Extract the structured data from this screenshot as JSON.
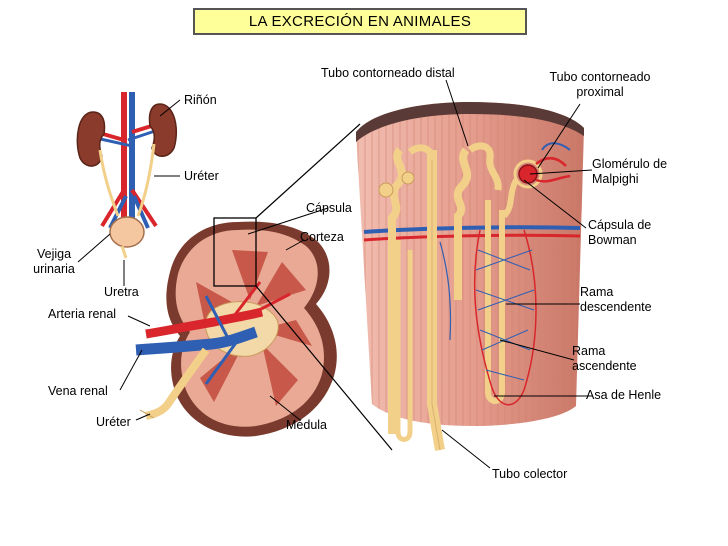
{
  "title": "LA EXCRECIÓN EN ANIMALES",
  "labels": {
    "rinon": "Riñón",
    "ureter_top": "Uréter",
    "vejiga_1": "Vejiga",
    "vejiga_2": "urinaria",
    "uretra": "Uretra",
    "arteria_renal": "Arteria renal",
    "vena_renal": "Vena renal",
    "ureter_bottom": "Uréter",
    "medula": "Médula",
    "capsula": "Cápsula",
    "corteza": "Corteza",
    "tubo_distal": "Tubo contorneado distal",
    "tubo_proximal_1": "Tubo contorneado",
    "tubo_proximal_2": "proximal",
    "glomerulo_1": "Glomérulo de",
    "glomerulo_2": "Malpighi",
    "capsula_bowman_1": "Cápsula de",
    "capsula_bowman_2": "Bowman",
    "rama_desc_1": "Rama",
    "rama_desc_2": "descendente",
    "rama_asc_1": "Rama",
    "rama_asc_2": "ascendente",
    "asa_henle": "Asa de Henle",
    "tubo_colector": "Tubo colector"
  },
  "colors": {
    "artery": "#d8262c",
    "vein": "#2f5fb3",
    "kidney_outer": "#7a3a2e",
    "kidney_cortex": "#e8a58f",
    "medulla": "#c8584a",
    "tubule": "#f2d08a",
    "tissue": "#e9a99a",
    "cap": "#5a3a36",
    "title_bg": "#ffff99"
  }
}
